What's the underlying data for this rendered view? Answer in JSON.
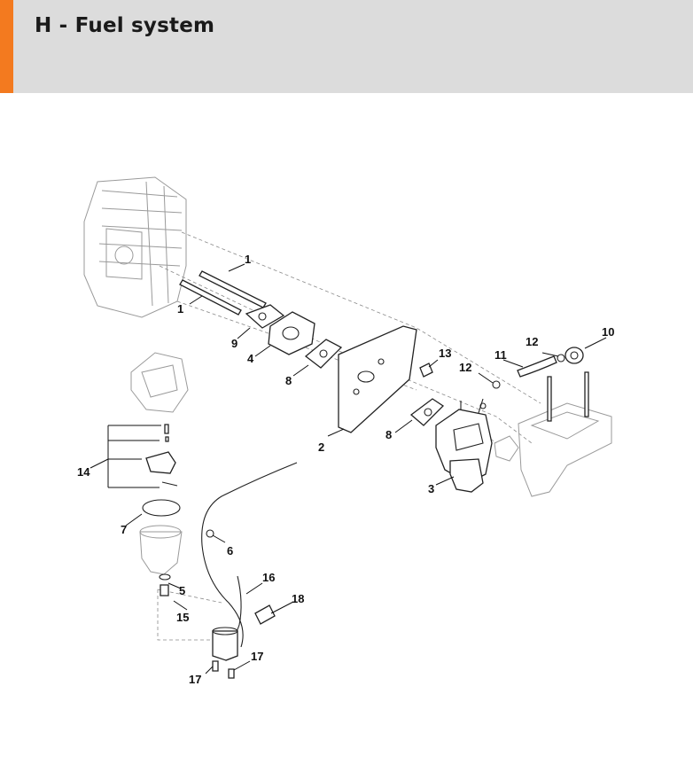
{
  "header": {
    "title": "H - Fuel system",
    "accent_color": "#f37a1f",
    "background_color": "#dcdcdc"
  },
  "callouts": {
    "c1a": "1",
    "c1b": "1",
    "c2": "2",
    "c3": "3",
    "c4": "4",
    "c5": "5",
    "c6": "6",
    "c7": "7",
    "c8a": "8",
    "c8b": "8",
    "c9": "9",
    "c10": "10",
    "c11": "11",
    "c12a": "12",
    "c12b": "12",
    "c13": "13",
    "c14": "14",
    "c15": "15",
    "c16": "16",
    "c17a": "17",
    "c17b": "17",
    "c18": "18"
  }
}
